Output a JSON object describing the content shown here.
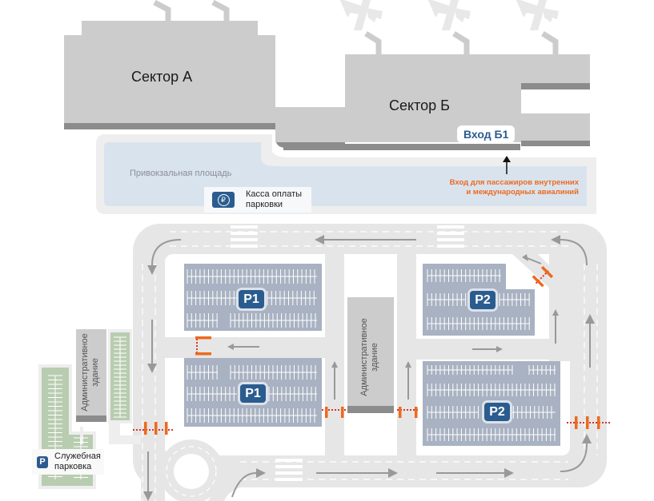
{
  "map": {
    "title": "Airport parking map",
    "terminal": {
      "sector_a": "Сектор А",
      "sector_b": "Сектор Б",
      "entry_b1": "Вход Б1"
    },
    "plaza": {
      "label": "Привокзальная площадь",
      "entry_note_line1": "Вход для пассажиров внутренних",
      "entry_note_line2": "и международных авиалиний"
    },
    "payment": {
      "icon": "ruble-icon",
      "symbol": "₽",
      "line1": "Касса оплаты",
      "line2": "парковки"
    },
    "parking_lots": [
      {
        "id": "p1-north",
        "label": "P1"
      },
      {
        "id": "p1-south",
        "label": "P1"
      },
      {
        "id": "p2-north",
        "label": "P2"
      },
      {
        "id": "p2-south",
        "label": "P2"
      }
    ],
    "admin_buildings": [
      {
        "line1": "Административное",
        "line2": "здание"
      },
      {
        "line1": "Административное",
        "line2": "здание"
      }
    ],
    "service_parking": {
      "icon_letter": "P",
      "line1": "Служебная",
      "line2": "парковка"
    },
    "colors": {
      "terminal": "#cccccc",
      "terminal_edge": "#8c8c8c",
      "plaza": "#d9e3ee",
      "road": "#e6e6e6",
      "lot": "#a8b2c2",
      "service_lot": "#b8cdb0",
      "accent_blue": "#2b5c8f",
      "barrier_orange": "#ec6a1f",
      "barrier_red": "#d9342b",
      "arrow": "#999999"
    }
  }
}
